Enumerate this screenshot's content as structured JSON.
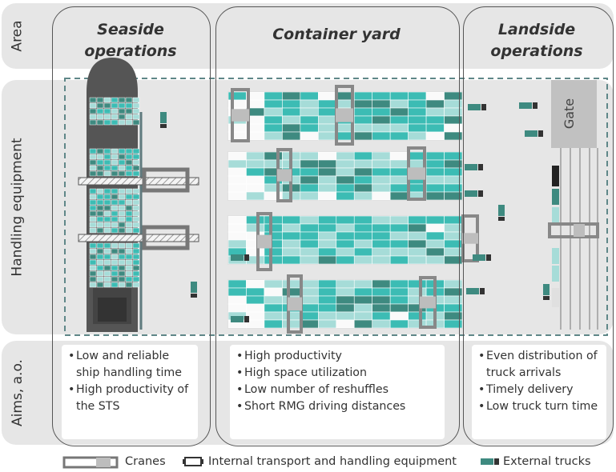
{
  "rows": {
    "area": "Area",
    "handling": "Handling equipment",
    "aims": "Aims, a.o."
  },
  "columns": {
    "seaside": "Seaside operations",
    "yard": "Container yard",
    "landside": "Landside operations"
  },
  "gate_label": "Gate",
  "aims": {
    "seaside": [
      "Low and reliable ship handling time",
      "High productivity of the STS"
    ],
    "yard": [
      "High productivity",
      "High space utilization",
      "Low number of reshuffles",
      "Short RMG driving distances"
    ],
    "landside": [
      "Even distribution of truck arrivals",
      "Timely delivery",
      "Low truck turn time"
    ]
  },
  "legend": {
    "cranes": "Cranes",
    "internal": "Internal transport and handling equipment",
    "external": "External trucks"
  },
  "colors": {
    "teal_light": "#a6dcd8",
    "teal_mid": "#3cbcb4",
    "teal_dark": "#3e8a80",
    "crane_gray": "#bdbdbd",
    "frame_gray": "#777777",
    "row_bg": "#e6e6e6",
    "dashed_border": "#5f8788"
  }
}
